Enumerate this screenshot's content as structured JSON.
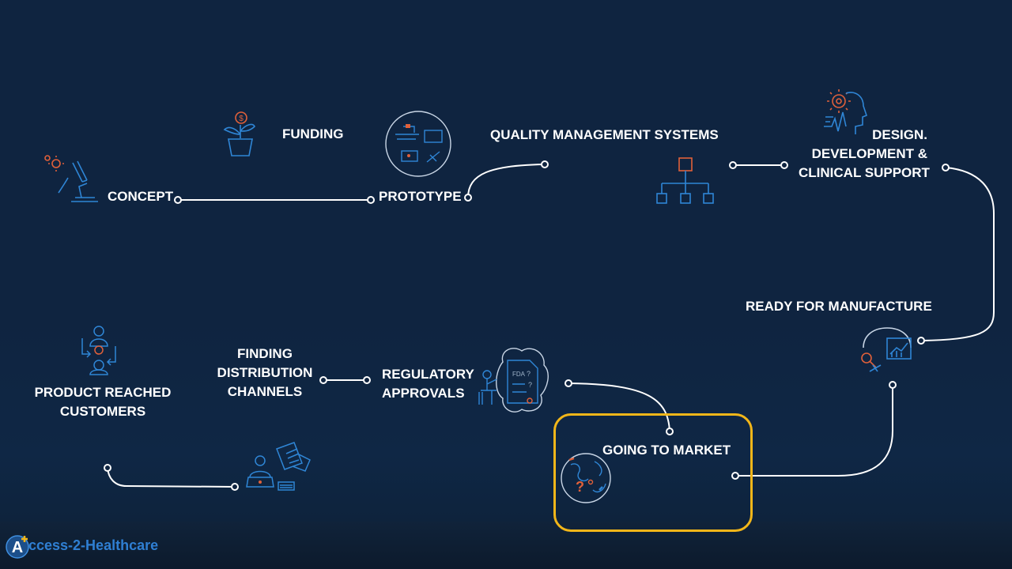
{
  "labels": {
    "concept": "CONCEPT",
    "funding": "FUNDING",
    "prototype": "PROTOTYPE",
    "quality": "QUALITY MANAGEMENT SYSTEMS",
    "design_1": "DESIGN.",
    "design_2": "DEVELOPMENT &",
    "design_3": "CLINICAL SUPPORT",
    "ready": "READY FOR MANUFACTURE",
    "going": "GOING TO MARKET",
    "regulatory_1": "REGULATORY",
    "regulatory_2": "APPROVALS",
    "distribution_1": "FINDING",
    "distribution_2": "DISTRIBUTION",
    "distribution_3": "CHANNELS",
    "customers_1": "PRODUCT REACHED",
    "customers_2": "CUSTOMERS"
  },
  "icon_labels": {
    "fda": "FDA",
    "question": "?"
  },
  "logo": {
    "text": "ccess-2-Healthcare"
  },
  "colors": {
    "background": "#0f2440",
    "icon_blue": "#2f86d6",
    "icon_orange": "#e0603a",
    "highlight": "#f2b619",
    "connector": "#ffffff"
  }
}
